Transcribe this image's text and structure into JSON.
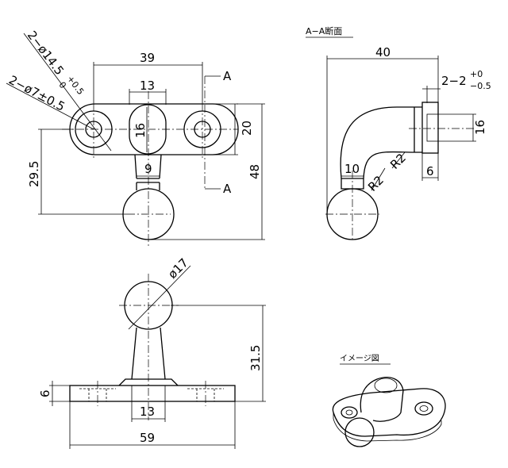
{
  "views": {
    "top": {
      "dims": {
        "hole_large": "2−ø14.5",
        "hole_large_tol_upper": "+0.5",
        "hole_large_tol_lower": "0",
        "hole_small": "2−ø7±0.5",
        "width_39": "39",
        "width_13": "13",
        "slot_16": "16",
        "height_20": "20",
        "width_9": "9",
        "height_29_5": "29.5",
        "height_48": "48"
      },
      "section_mark_top": "A",
      "section_mark_bottom": "A"
    },
    "section": {
      "title": "A−A断面",
      "dims": {
        "width_40": "40",
        "groove": "2−2",
        "groove_tol_upper": "+0",
        "groove_tol_lower": "−0.5",
        "height_16": "16",
        "width_10": "10",
        "radius_1": "R2",
        "radius_2": "R2",
        "width_6": "6"
      }
    },
    "front": {
      "dims": {
        "ball_dia": "ø17",
        "height_31_5": "31.5",
        "thick_6": "6",
        "width_13": "13",
        "width_59": "59"
      }
    },
    "iso": {
      "title": "イメージ図"
    }
  }
}
